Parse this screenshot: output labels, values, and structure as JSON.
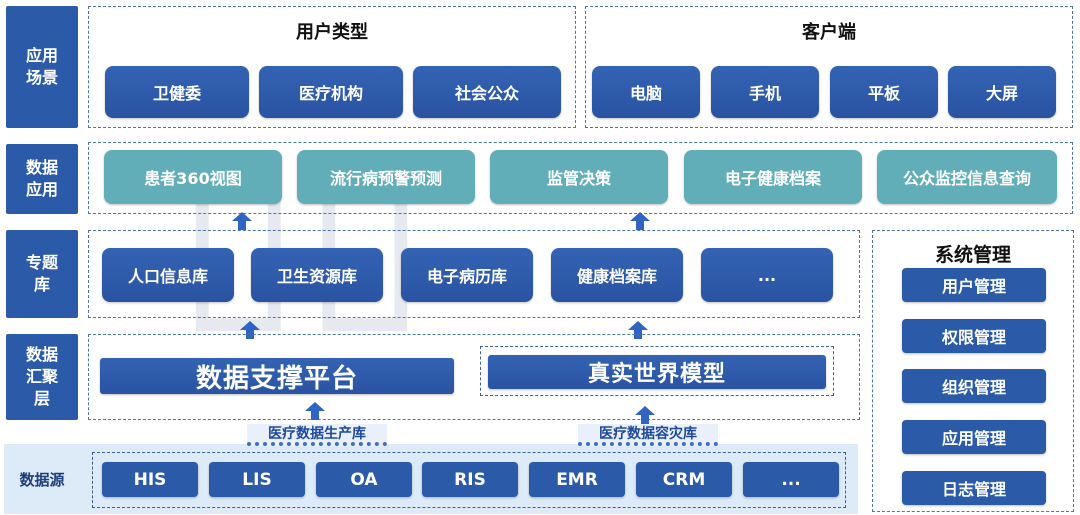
{
  "layers": {
    "scene": "应用场景",
    "data_app": "数据应用",
    "topic": "专题库",
    "aggregation": "数据汇聚层",
    "source": "数据源"
  },
  "scene": {
    "user_types_title": "用户类型",
    "user_types": [
      "卫健委",
      "医疗机构",
      "社会公众"
    ],
    "client_title": "客户端",
    "clients": [
      "电脑",
      "手机",
      "平板",
      "大屏"
    ]
  },
  "data_app": {
    "items": [
      "患者360视图",
      "流行病预警预测",
      "监管决策",
      "电子健康档案",
      "公众监控信息查询"
    ]
  },
  "topic": {
    "items": [
      "人口信息库",
      "卫生资源库",
      "电子病历库",
      "健康档案库",
      "..."
    ]
  },
  "aggregation": {
    "platform": "数据支撑平台",
    "real_world": "真实世界模型",
    "production_db": "医疗数据生产库",
    "disaster_db": "医疗数据容灾库"
  },
  "source": {
    "items": [
      "HIS",
      "LIS",
      "OA",
      "RIS",
      "EMR",
      "CRM",
      "..."
    ]
  },
  "system": {
    "title": "系统管理",
    "items": [
      "用户管理",
      "权限管理",
      "组织管理",
      "应用管理",
      "日志管理"
    ]
  },
  "colors": {
    "primary": "#2b5aa8",
    "teal": "#62aeb8",
    "band": "#ddeaf7"
  }
}
